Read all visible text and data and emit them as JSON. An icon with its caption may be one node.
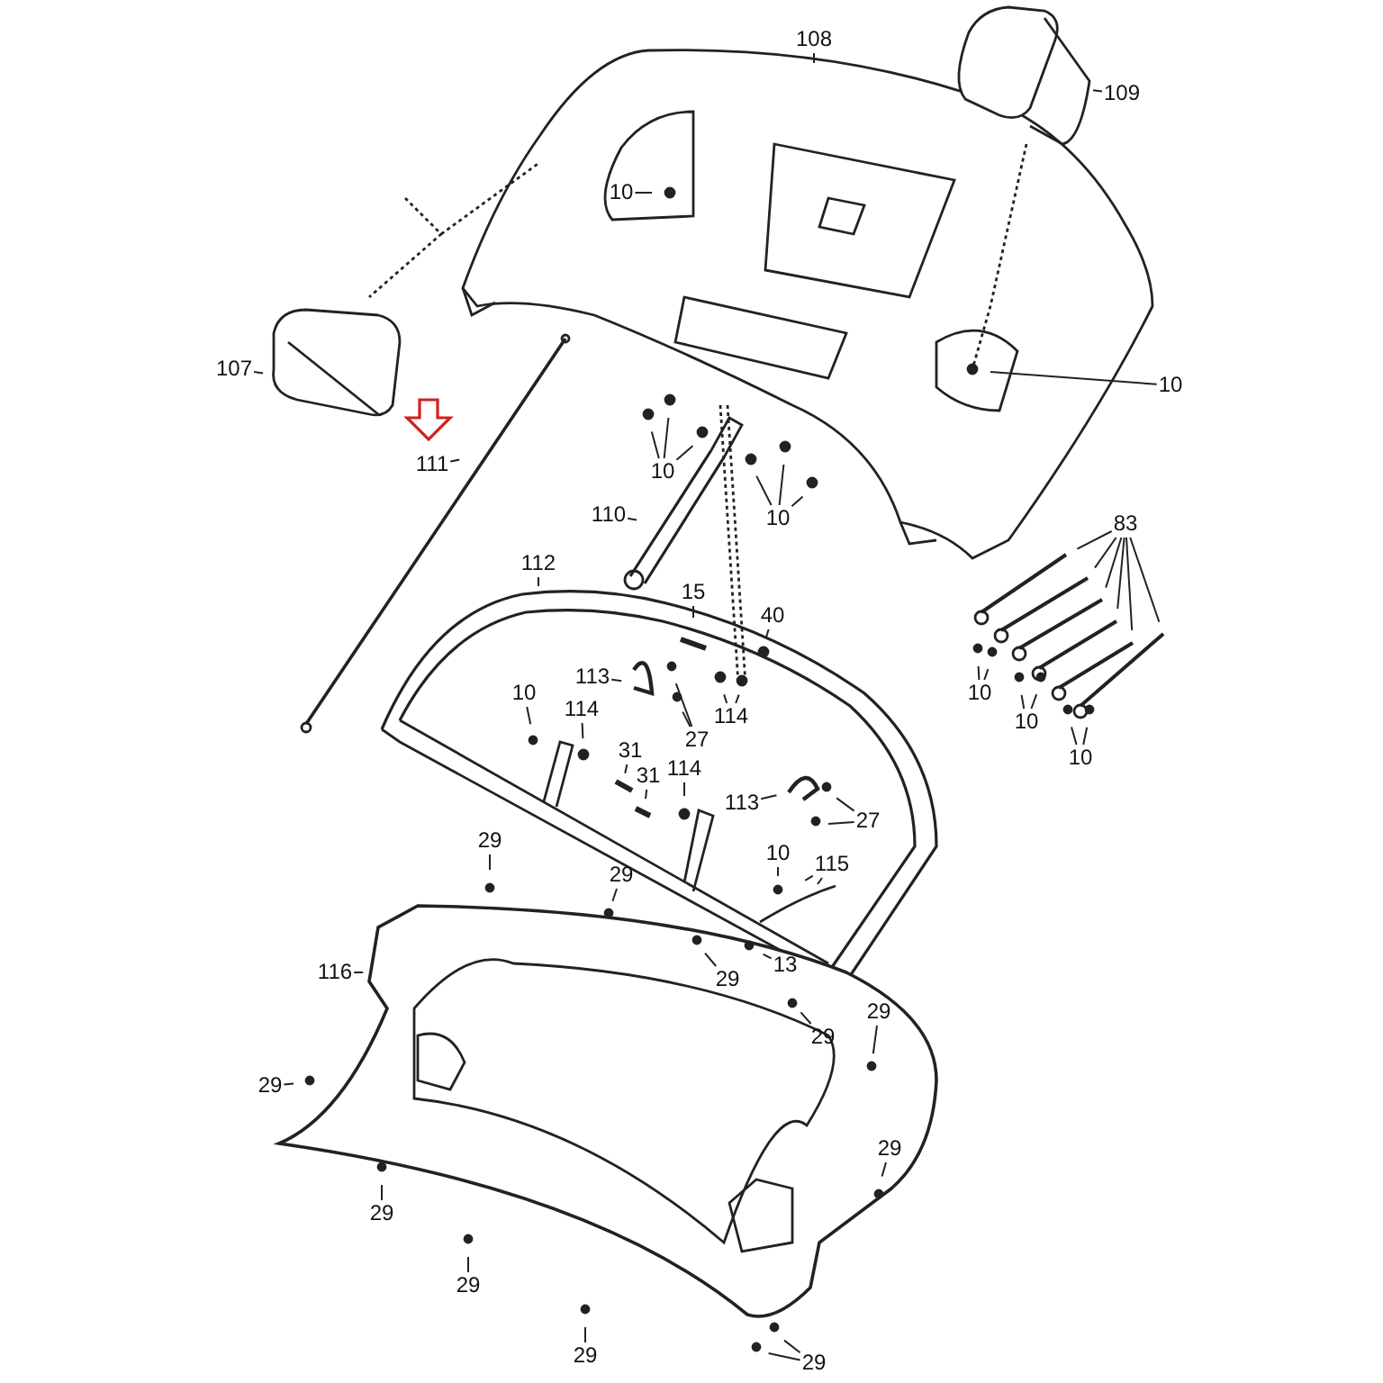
{
  "diagram": {
    "nodes": [
      {
        "text": [
          "107"
        ]
      },
      {
        "text": [
          "108"
        ]
      },
      {
        "text": [
          "109"
        ]
      },
      {
        "text": [
          "111"
        ]
      },
      {
        "text": [
          "10"
        ]
      },
      {
        "text": [
          "10"
        ]
      },
      {
        "text": [
          "10"
        ]
      },
      {
        "text": [
          "10"
        ]
      },
      {
        "text": [
          "110"
        ]
      },
      {
        "text": [
          "83"
        ]
      },
      {
        "text": [
          "112"
        ]
      },
      {
        "text": [
          "15"
        ]
      },
      {
        "text": [
          "40"
        ]
      },
      {
        "text": [
          "113"
        ]
      },
      {
        "text": [
          "27"
        ]
      },
      {
        "text": [
          "114"
        ]
      },
      {
        "text": [
          "10"
        ]
      },
      {
        "text": [
          "114"
        ]
      },
      {
        "text": [
          "31"
        ]
      },
      {
        "text": [
          "31"
        ]
      },
      {
        "text": [
          "114"
        ]
      },
      {
        "text": [
          "113"
        ]
      },
      {
        "text": [
          "27"
        ]
      },
      {
        "text": [
          "10"
        ]
      },
      {
        "text": [
          "115"
        ]
      },
      {
        "text": [
          "10"
        ]
      },
      {
        "text": [
          "10"
        ]
      },
      {
        "text": [
          "10"
        ]
      },
      {
        "text": [
          "29"
        ]
      },
      {
        "text": [
          "29"
        ]
      },
      {
        "text": [
          "116"
        ]
      },
      {
        "text": [
          "29"
        ]
      },
      {
        "text": [
          "13"
        ]
      },
      {
        "text": [
          "29"
        ]
      },
      {
        "text": [
          "29"
        ]
      },
      {
        "text": [
          "29"
        ]
      },
      {
        "text": [
          "29"
        ]
      },
      {
        "text": [
          "29"
        ]
      },
      {
        "text": [
          "29"
        ]
      },
      {
        "text": [
          "29"
        ]
      },
      {
        "text": [
          "29"
        ]
      }
    ],
    "edges": [
      {
        "from": 0,
        "to": null,
        "arrow": "none"
      },
      {
        "from": 1,
        "to": null,
        "arrow": "none"
      },
      {
        "from": 2,
        "to": null,
        "arrow": "none"
      },
      {
        "from": 3,
        "to": null,
        "arrow": "none"
      },
      {
        "from": 4,
        "to": null,
        "arrow": "none"
      },
      {
        "from": 5,
        "to": null,
        "arrow": "none"
      },
      {
        "from": 6,
        "to": null,
        "arrow": "none"
      },
      {
        "from": 6,
        "to": null,
        "arrow": "none"
      },
      {
        "from": 6,
        "to": null,
        "arrow": "none"
      },
      {
        "from": 7,
        "to": null,
        "arrow": "none"
      },
      {
        "from": 7,
        "to": null,
        "arrow": "none"
      },
      {
        "from": 7,
        "to": null,
        "arrow": "none"
      },
      {
        "from": 8,
        "to": null,
        "arrow": "none"
      },
      {
        "from": 9,
        "to": null,
        "arrow": "none"
      },
      {
        "from": 9,
        "to": null,
        "arrow": "none"
      },
      {
        "from": 9,
        "to": null,
        "arrow": "none"
      },
      {
        "from": 9,
        "to": null,
        "arrow": "none"
      },
      {
        "from": 9,
        "to": null,
        "arrow": "none"
      },
      {
        "from": 9,
        "to": null,
        "arrow": "none"
      },
      {
        "from": 10,
        "to": null,
        "arrow": "none"
      },
      {
        "from": 11,
        "to": null,
        "arrow": "none"
      },
      {
        "from": 12,
        "to": null,
        "arrow": "none"
      },
      {
        "from": 13,
        "to": null,
        "arrow": "none"
      },
      {
        "from": 14,
        "to": null,
        "arrow": "none"
      },
      {
        "from": 14,
        "to": null,
        "arrow": "none"
      },
      {
        "from": 15,
        "to": null,
        "arrow": "none"
      },
      {
        "from": 15,
        "to": null,
        "arrow": "none"
      },
      {
        "from": 16,
        "to": null,
        "arrow": "none"
      },
      {
        "from": 17,
        "to": null,
        "arrow": "none"
      },
      {
        "from": 18,
        "to": null,
        "arrow": "none"
      },
      {
        "from": 19,
        "to": null,
        "arrow": "none"
      },
      {
        "from": 20,
        "to": null,
        "arrow": "none"
      },
      {
        "from": 21,
        "to": null,
        "arrow": "none"
      },
      {
        "from": 22,
        "to": null,
        "arrow": "none"
      },
      {
        "from": 22,
        "to": null,
        "arrow": "none"
      },
      {
        "from": 23,
        "to": null,
        "arrow": "none"
      },
      {
        "from": 24,
        "to": null,
        "arrow": "none"
      },
      {
        "from": 24,
        "to": null,
        "arrow": "none"
      },
      {
        "from": 25,
        "to": null,
        "arrow": "none"
      },
      {
        "from": 25,
        "to": null,
        "arrow": "none"
      },
      {
        "from": 26,
        "to": null,
        "arrow": "none"
      },
      {
        "from": 26,
        "to": null,
        "arrow": "none"
      },
      {
        "from": 27,
        "to": null,
        "arrow": "none"
      },
      {
        "from": 27,
        "to": null,
        "arrow": "none"
      },
      {
        "from": 28,
        "to": null,
        "arrow": "none"
      },
      {
        "from": 29,
        "to": null,
        "arrow": "none"
      },
      {
        "from": 30,
        "to": null,
        "arrow": "none"
      },
      {
        "from": 31,
        "to": null,
        "arrow": "none"
      },
      {
        "from": 32,
        "to": null,
        "arrow": "none"
      },
      {
        "from": 33,
        "to": null,
        "arrow": "none"
      },
      {
        "from": 34,
        "to": null,
        "arrow": "none"
      },
      {
        "from": 35,
        "to": null,
        "arrow": "none"
      },
      {
        "from": 36,
        "to": null,
        "arrow": "none"
      },
      {
        "from": 37,
        "to": null,
        "arrow": "none"
      },
      {
        "from": 38,
        "to": null,
        "arrow": "none"
      },
      {
        "from": 39,
        "to": null,
        "arrow": "none"
      },
      {
        "from": 40,
        "to": null,
        "arrow": "none"
      },
      {
        "from": 40,
        "to": null,
        "arrow": "none"
      }
    ]
  }
}
